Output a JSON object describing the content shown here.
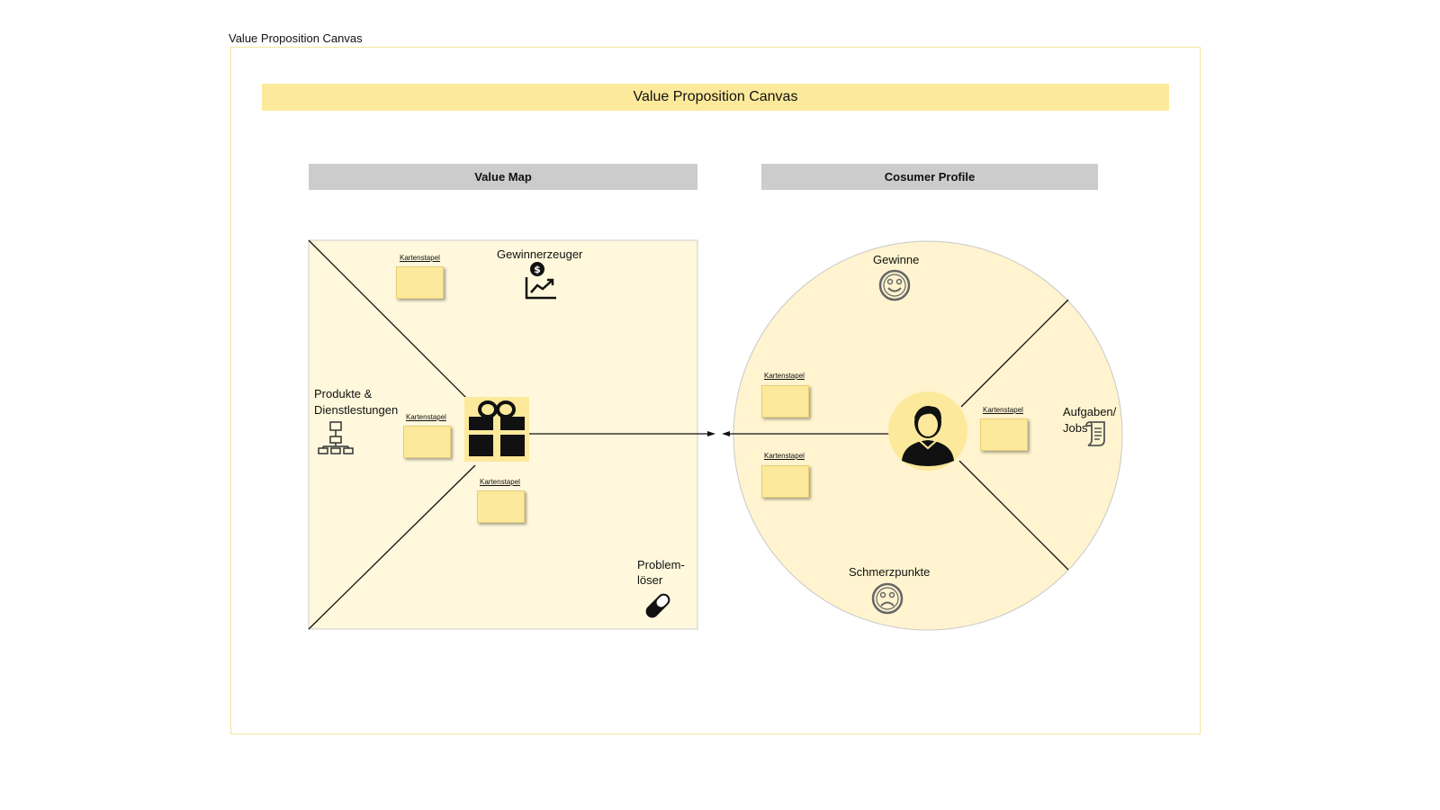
{
  "frame_label": "Value Proposition Canvas",
  "banner_title": "Value Proposition Canvas",
  "value_map": {
    "header": "Value Map",
    "gain_creators": "Gewinnerzeuger",
    "products_line1": "Produkte &",
    "products_line2": "Dienstlestungen",
    "pain_relievers_line1": "Problem-",
    "pain_relievers_line2": "löser",
    "card_label": "Kartenstapel"
  },
  "customer_profile": {
    "header": "Cosumer Profile",
    "gains": "Gewinne",
    "jobs_line1": "Aufgaben/",
    "jobs_line2": "Jobs",
    "pains": "Schmerzpunkte",
    "card_label": "Kartenstapel"
  },
  "colors": {
    "sticky": "#fde99b",
    "panel_fill": "#fff8dc",
    "banner": "#fde99b",
    "header": "#cccccc"
  },
  "icons": [
    "chart-dollar-icon",
    "hierarchy-icon",
    "gift-icon",
    "bandage-icon",
    "smiley-icon",
    "sad-face-icon",
    "user-avatar-icon",
    "document-icon"
  ]
}
